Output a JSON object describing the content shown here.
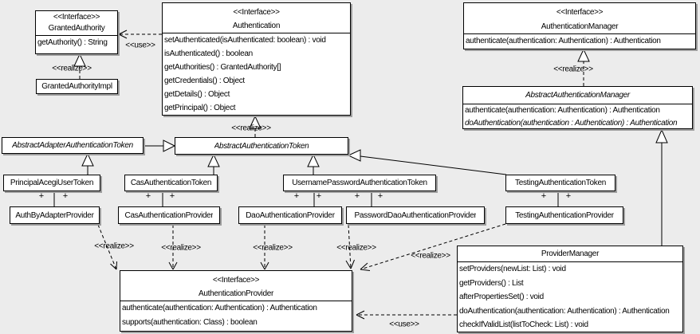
{
  "diagram": {
    "label_realize": "<<realize>>",
    "label_use": "<<use>>",
    "plus": "+",
    "colors": {
      "background": "#ececec",
      "box_fill": "#ffffff",
      "line": "#000000",
      "shadow": "#9e9e9e"
    },
    "classes": {
      "granted_authority": {
        "stereotype": "<<Interface>>",
        "name": "GrantedAuthority",
        "methods": [
          "getAuthority() : String"
        ]
      },
      "granted_authority_impl": {
        "name": "GrantedAuthorityImpl"
      },
      "authentication": {
        "stereotype": "<<Interface>>",
        "name": "Authentication",
        "methods": [
          "setAuthenticated(isAuthenticated: boolean) : void",
          "isAuthenticated() : boolean",
          "getAuthorities() : GrantedAuthority[]",
          "getCredentials() : Object",
          "getDetails() : Object",
          "getPrincipal() : Object"
        ]
      },
      "authentication_manager": {
        "stereotype": "<<Interface>>",
        "name": "AuthenticationManager",
        "methods": [
          "authenticate(authentication: Authentication) : Authentication"
        ]
      },
      "abstract_authentication_manager": {
        "name": "AbstractAuthenticationManager",
        "methods": [
          "authenticate(authentication: Authentication) : Authentication",
          "doAuthentication(authentication : Authentication) : Authentication"
        ]
      },
      "abstract_adapter_authentication_token": {
        "name": "AbstractAdapterAuthenticationToken"
      },
      "abstract_authentication_token": {
        "name": "AbstractAuthenticationToken"
      },
      "principal_acegi_user_token": {
        "name": "PrincipalAcegiUserToken"
      },
      "cas_authentication_token": {
        "name": "CasAuthenticationToken"
      },
      "username_password_authentication_token": {
        "name": "UsernamePasswordAuthenticationToken"
      },
      "testing_authentication_token": {
        "name": "TestingAuthenticationToken"
      },
      "auth_by_adapter_provider": {
        "name": "AuthByAdapterProvider"
      },
      "cas_authentication_provider": {
        "name": "CasAuthenticationProvider"
      },
      "dao_authentication_provider": {
        "name": "DaoAuthenticationProvider"
      },
      "password_dao_authentication_provider": {
        "name": "PasswordDaoAuthenticationProvider"
      },
      "testing_authentication_provider": {
        "name": "TestingAuthenticationProvider"
      },
      "authentication_provider": {
        "stereotype": "<<Interface>>",
        "name": "AuthenticationProvider",
        "methods": [
          "authenticate(authentication: Authentication) : Authentication",
          "supports(authentication: Class) : boolean"
        ]
      },
      "provider_manager": {
        "name": "ProviderManager",
        "methods": [
          "setProviders(newList: List) : void",
          "getProviders() : List",
          "afterPropertiesSet() : void",
          "doAuthentication(authentication: Authentication) : Authentication",
          "checkIfValidList(listToCheck: List) : void"
        ]
      }
    }
  }
}
